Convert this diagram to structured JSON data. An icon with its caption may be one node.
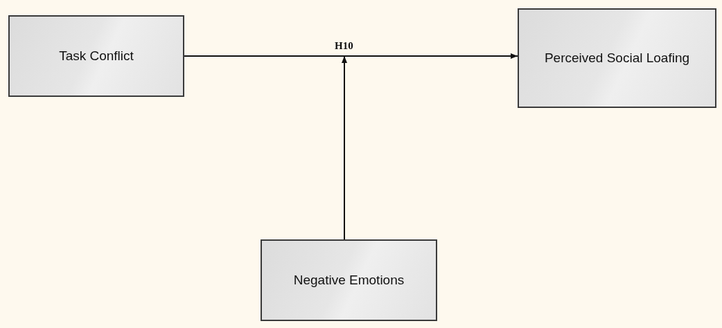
{
  "diagram": {
    "nodes": [
      {
        "text": [
          "Task Conflict"
        ]
      },
      {
        "text": [
          "Perceived Social Loafing"
        ]
      },
      {
        "text": [
          "Negative Emotions"
        ]
      }
    ],
    "edges": [
      {
        "from": 0,
        "to": 1,
        "arrow": "to",
        "label": "H10"
      },
      {
        "from": 2,
        "to": null,
        "arrow": "to"
      }
    ]
  }
}
